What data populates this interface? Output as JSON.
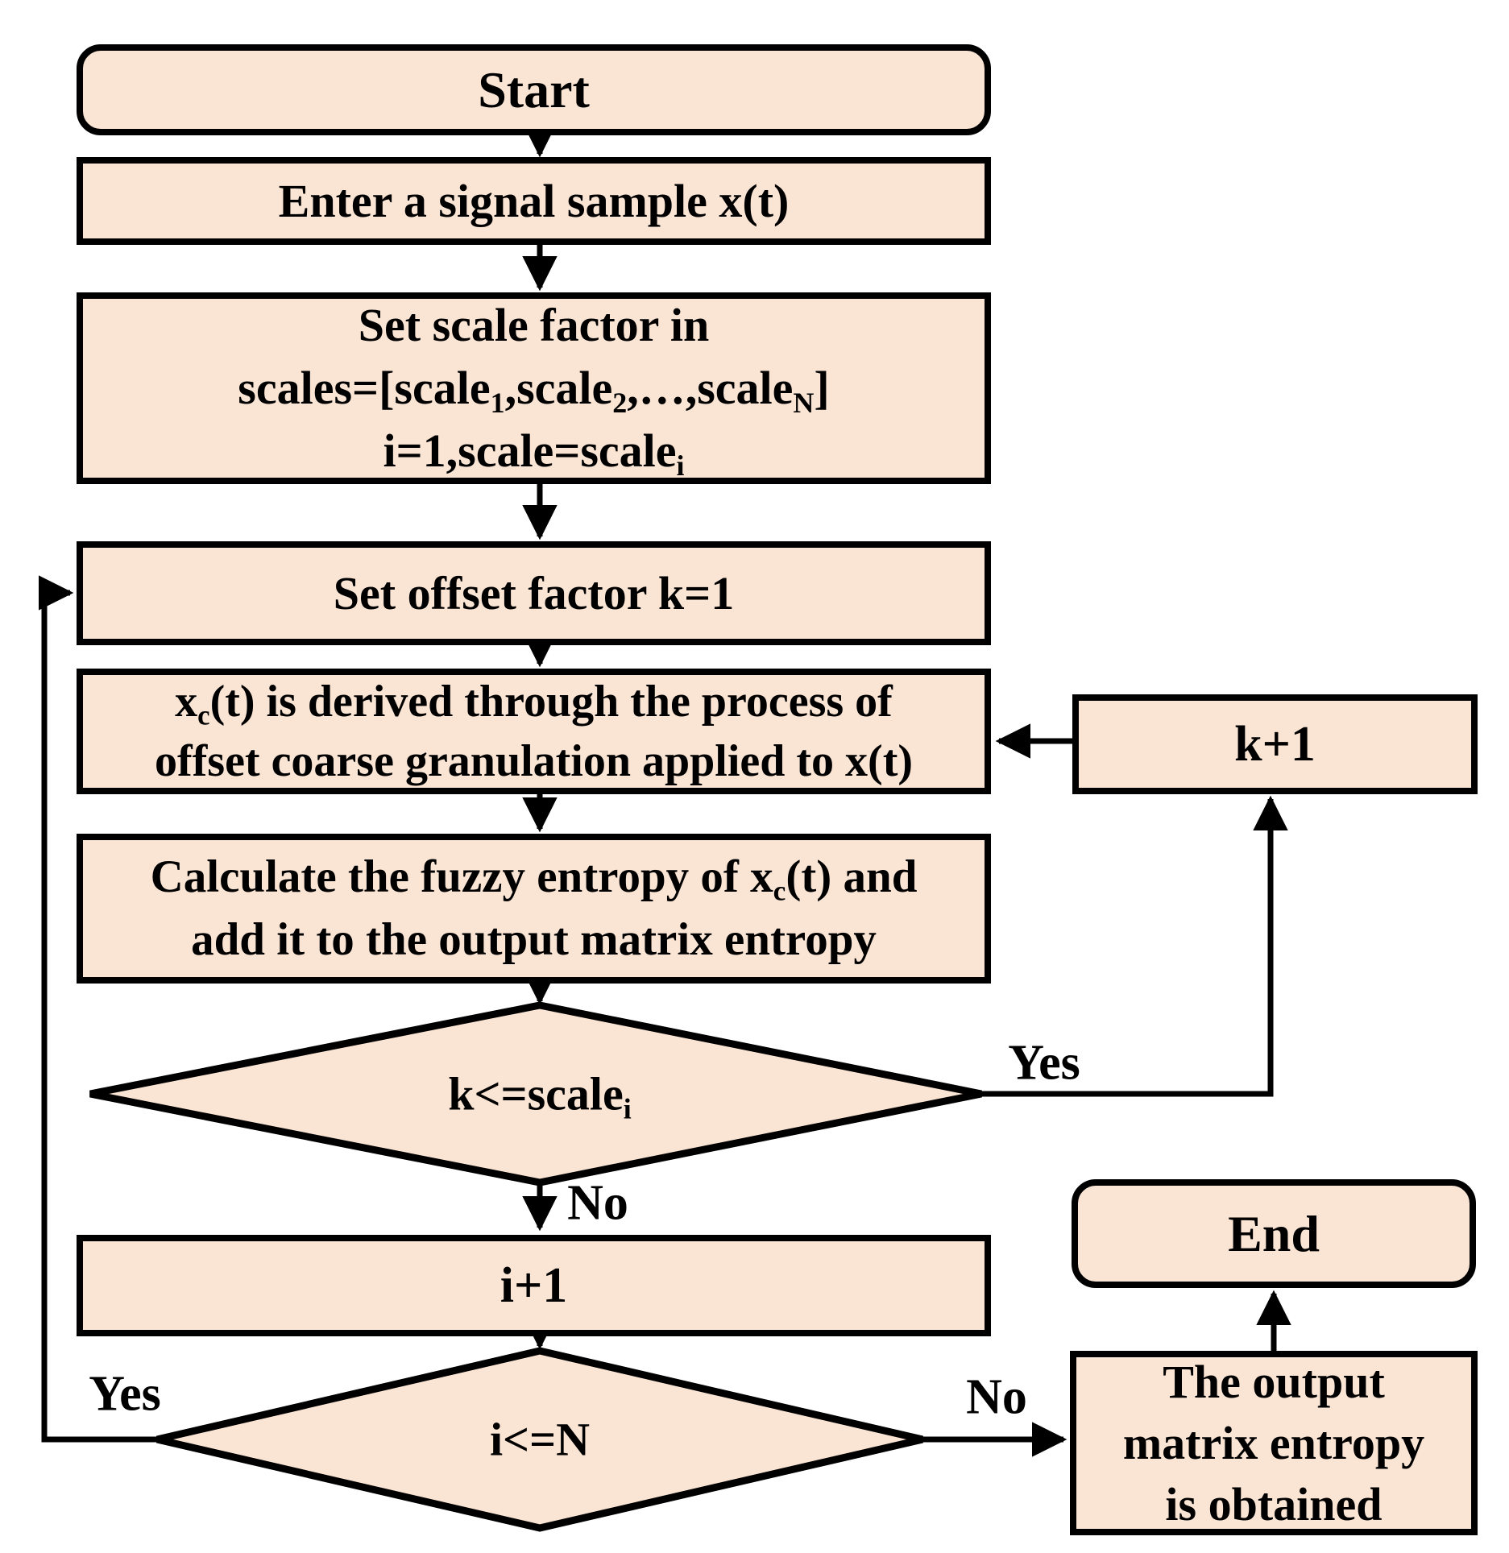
{
  "palette": {
    "box_fill": "#FAE4D4",
    "box_border": "#000000",
    "connector": "#000000",
    "background": "#FFFFFF"
  },
  "flowchart": {
    "start": "Start",
    "enter_signal": "Enter a signal sample x(t)",
    "set_scale": {
      "line1": "Set scale factor in",
      "line2": [
        "scales=[scale",
        "1",
        ",scale",
        "2",
        ",…,scale",
        "N",
        "]"
      ],
      "line3": [
        "i=1,scale=scale",
        "i"
      ]
    },
    "set_offset": "Set offset factor k=1",
    "granulation": {
      "line1": [
        "x",
        "c",
        "(t) is derived through the process of"
      ],
      "line2": "offset coarse granulation applied to x(t)"
    },
    "fuzzy_entropy": {
      "line1": [
        "Calculate the fuzzy entropy of x",
        "c",
        "(t) and"
      ],
      "line2": "add it to the output matrix entropy"
    },
    "k_decision": [
      "k<=scale",
      "i"
    ],
    "k_plus": "k+1",
    "i_plus": "i+1",
    "i_decision": "i<=N",
    "output_box": {
      "line1": "The output",
      "line2": "matrix entropy",
      "line3": "is obtained"
    },
    "end": "End",
    "labels": {
      "k_yes": "Yes",
      "k_no": "No",
      "i_yes": "Yes",
      "i_no": "No"
    }
  }
}
